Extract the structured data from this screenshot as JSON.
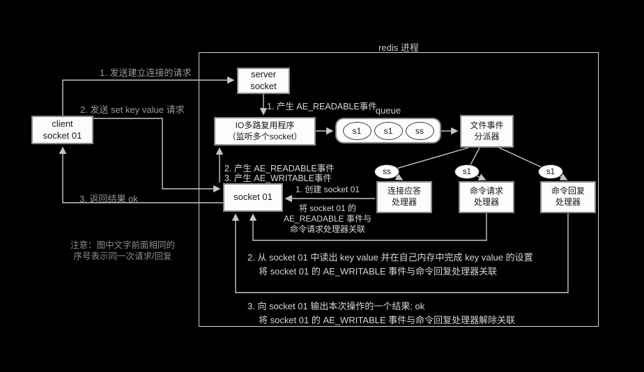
{
  "title": "redis 进程",
  "colors": {
    "background": "#000000",
    "box_fill": "#fcfcfc",
    "line": "#c6c6c6"
  },
  "client": {
    "line1": "client",
    "line2": "socket 01"
  },
  "external_labels": {
    "step1": "1. 发送建立连接的请求",
    "step2": "2. 发送 set key value 请求",
    "step3": "3. 返回结果 ok",
    "note1": "注意：图中文字前面相同的",
    "note2": "序号表示同一次请求/回复"
  },
  "server_socket": {
    "line1": "server",
    "line2": "socket"
  },
  "io_multiplexer": {
    "line1": "IO多路复用程序",
    "line2": "（监听多个socket）"
  },
  "queue": {
    "label": "queue",
    "items": [
      "s1",
      "s1",
      "ss"
    ]
  },
  "dispatcher": {
    "line1": "文件事件",
    "line2": "分派器"
  },
  "events": {
    "e1": "1. 产生 AE_READABLE事件",
    "e2": "2. 产生 AE_READABLE事件",
    "e3": "3. 产生 AE_WRITABLE事件"
  },
  "socket01": {
    "label": "socket 01"
  },
  "flow_tokens": {
    "t1": "ss",
    "t2": "s1",
    "t3": "s1"
  },
  "handlers": {
    "accept": {
      "line1": "连接应答",
      "line2": "处理器"
    },
    "request": {
      "line1": "命令请求",
      "line2": "处理器"
    },
    "reply": {
      "line1": "命令回复",
      "line2": "处理器"
    }
  },
  "annotations": {
    "create1": "1. 创建 socket 01",
    "create2": "将 socket 01 的",
    "create3": "AE_READABLE 事件与",
    "create4": "命令请求处理器关联",
    "step2a": "2. 从 socket 01 中读出 key value 并在自己内存中完成 key value 的设置",
    "step2b": "将 socket 01 的 AE_WRITABLE 事件与命令回复处理器关联",
    "step3a": "3. 向 socket 01 输出本次操作的一个结果: ok",
    "step3b": "将 socket 01 的 AE_WRITABLE 事件与命令回复处理器解除关联"
  }
}
